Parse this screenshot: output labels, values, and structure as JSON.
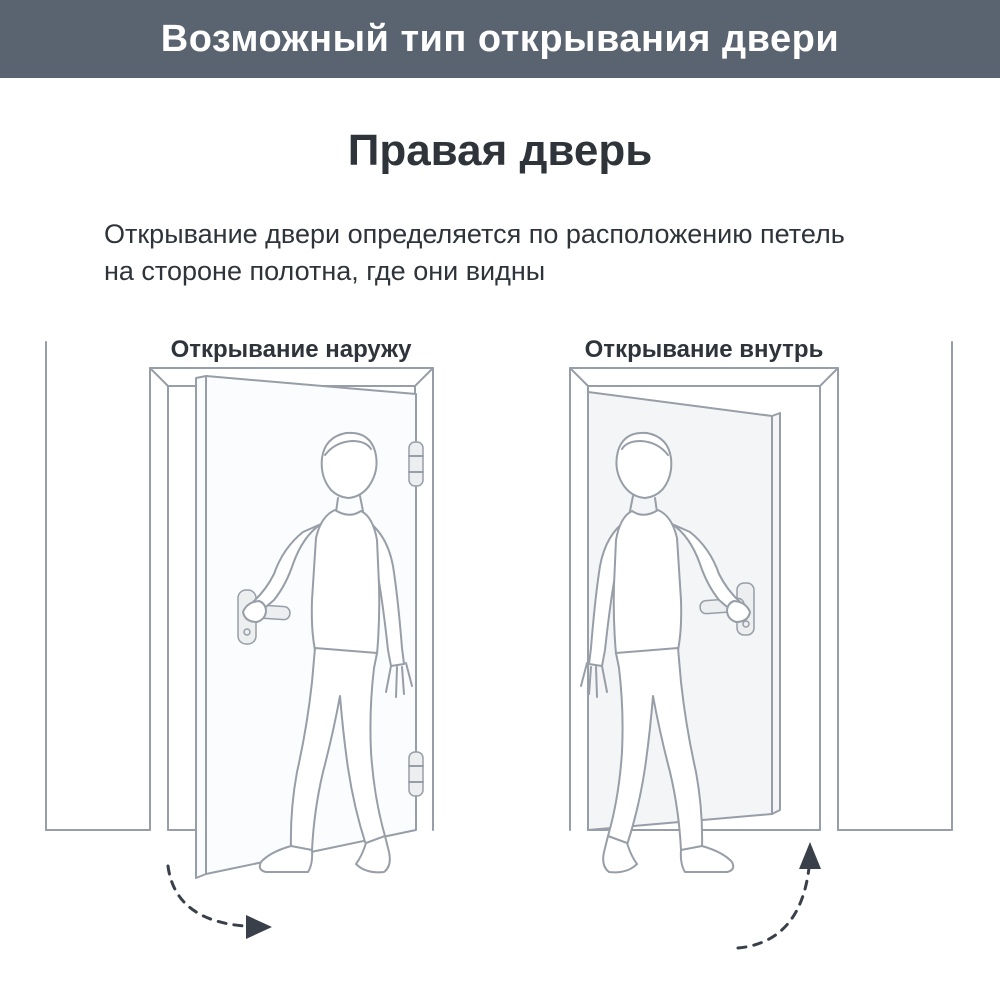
{
  "header": {
    "title": "Возможный тип открывания двери"
  },
  "page": {
    "title": "Правая дверь",
    "description_line1": "Открывание двери определяется по расположению петель",
    "description_line2": "на стороне полотна, где они видны"
  },
  "panels": [
    {
      "label": "Открывание наружу"
    },
    {
      "label": "Открывание внутрь"
    }
  ],
  "colors": {
    "header_bg": "#5a6370",
    "text_dark": "#2f343b",
    "line_gray": "#989ea7",
    "arrow_dark": "#3a4049"
  }
}
